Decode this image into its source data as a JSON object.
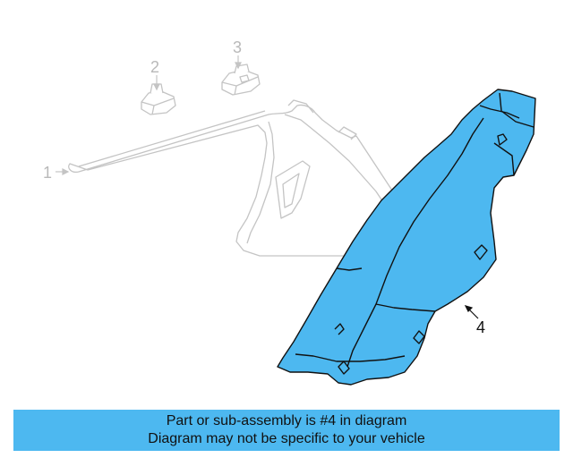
{
  "diagram": {
    "callouts": [
      {
        "id": "1",
        "label": "1",
        "state": "inactive"
      },
      {
        "id": "2",
        "label": "2",
        "state": "inactive"
      },
      {
        "id": "3",
        "label": "3",
        "state": "inactive"
      },
      {
        "id": "4",
        "label": "4",
        "state": "active"
      }
    ],
    "colors": {
      "highlight": "#4db8f0",
      "ghost_stroke": "#c4c4c4",
      "active_stroke": "#111111"
    }
  },
  "banner": {
    "line1": "Part or sub-assembly is #4 in diagram",
    "line2": "Diagram may not be specific to your vehicle",
    "background": "#4db8f0"
  }
}
